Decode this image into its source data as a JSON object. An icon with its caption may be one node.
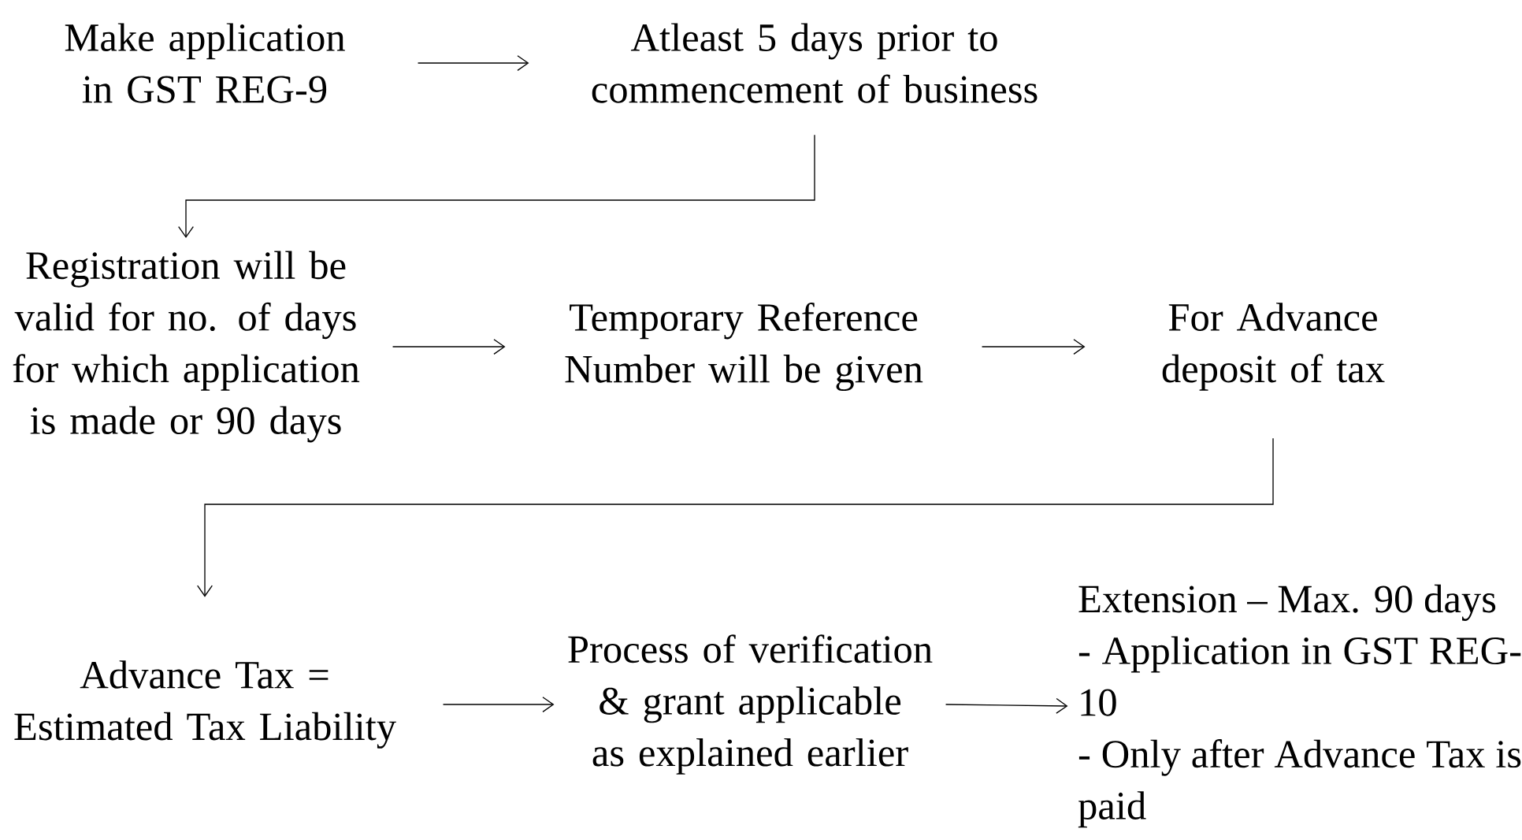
{
  "diagram": {
    "nodes": [
      {
        "text": [
          "Make application in GST REG-9"
        ]
      },
      {
        "text": [
          "Atleast 5 days prior to commencement of business"
        ]
      },
      {
        "text": [
          "Registration will be valid for no. of days for which application is made or 90 days"
        ]
      },
      {
        "text": [
          "Temporary Reference Number will be given"
        ]
      },
      {
        "text": [
          "For Advance deposit of tax"
        ]
      },
      {
        "text": [
          "Advance Tax = Estimated Tax Liability"
        ]
      },
      {
        "text": [
          "Process of verification & grant applicable as explained earlier"
        ]
      },
      {
        "text": [
          "Extension – Max. 90 days",
          "- Application in GST REG-10",
          "- Only after Advance Tax is paid"
        ]
      }
    ],
    "edges": [
      {
        "from": 0,
        "to": 1,
        "arrow": "to"
      },
      {
        "from": 1,
        "to": 2,
        "arrow": "to"
      },
      {
        "from": 2,
        "to": 3,
        "arrow": "to"
      },
      {
        "from": 3,
        "to": 4,
        "arrow": "to"
      },
      {
        "from": 4,
        "to": 5,
        "arrow": "to"
      },
      {
        "from": 5,
        "to": 6,
        "arrow": "to"
      },
      {
        "from": 6,
        "to": 7,
        "arrow": "to"
      }
    ]
  }
}
